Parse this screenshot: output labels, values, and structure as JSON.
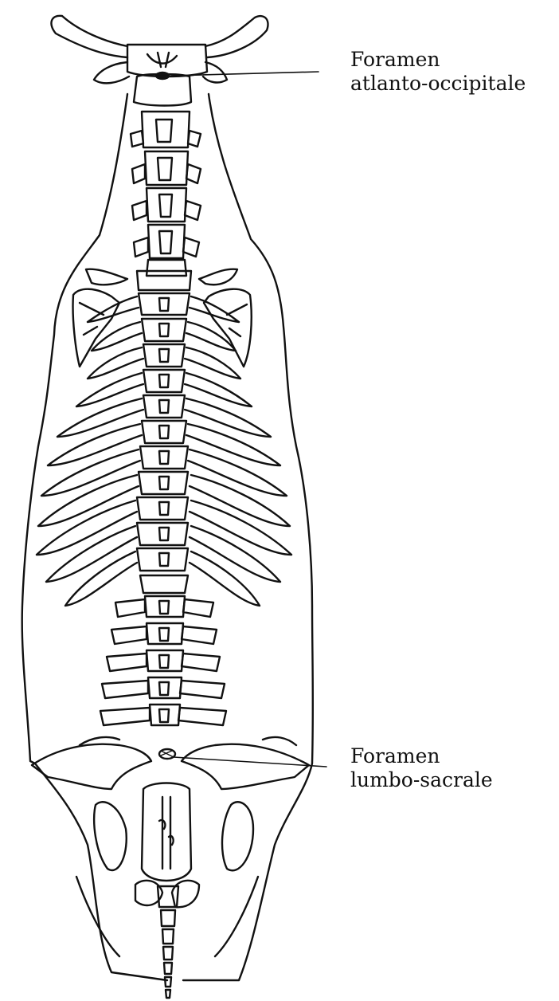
{
  "labels": {
    "atlanto": {
      "line1": "Foramen",
      "line2": "atlanto-occipitale"
    },
    "lumbo": {
      "line1": "Foramen",
      "line2": "lumbo-sacrale"
    }
  },
  "colors": {
    "ink": "#111111",
    "paper": "#ffffff"
  }
}
